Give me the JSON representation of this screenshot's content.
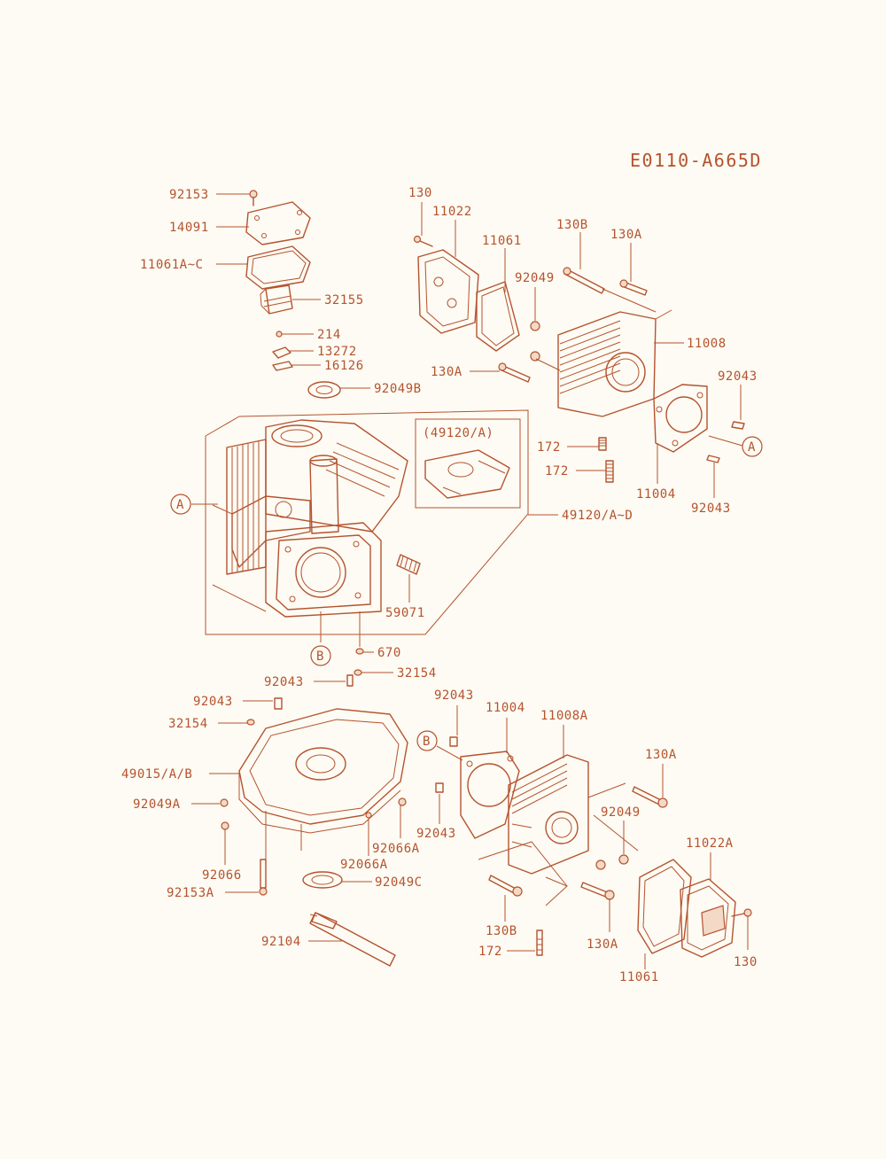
{
  "diagram": {
    "code": "E0110-A665D",
    "inset_label": "(49120/A)",
    "ref_markers": {
      "a": "A",
      "b": "B"
    },
    "labels": {
      "l_92153": "92153",
      "l_14091": "14091",
      "l_11061AC": "11061A~C",
      "l_32155": "32155",
      "l_214": "214",
      "l_13272": "13272",
      "l_16126": "16126",
      "l_92049B": "92049B",
      "l_49120AD": "49120/A~D",
      "l_59071": "59071",
      "l_670": "670",
      "l_130_top": "130",
      "l_11022": "11022",
      "l_11061_top": "11061",
      "l_130B_top": "130B",
      "l_130A_top": "130A",
      "l_92049_top": "92049",
      "l_11008": "11008",
      "l_130A_mid": "130A",
      "l_92043_r1": "92043",
      "l_172_a": "172",
      "l_172_b": "172",
      "l_11004_top": "11004",
      "l_92043_r2": "92043",
      "l_92043_c": "92043",
      "l_32154_c": "32154",
      "l_92043_l": "92043",
      "l_32154_l": "32154",
      "l_49015AB": "49015/A/B",
      "l_92049A": "92049A",
      "l_92066": "92066",
      "l_92153A": "92153A",
      "l_92066A_1": "92066A",
      "l_92066A_2": "92066A",
      "l_92049C": "92049C",
      "l_92104": "92104",
      "l_92043_b1": "92043",
      "l_11004_bot": "11004",
      "l_11008A": "11008A",
      "l_130A_b1": "130A",
      "l_92043_b2": "92043",
      "l_92049_bot": "92049",
      "l_11022A": "11022A",
      "l_130B_bot": "130B",
      "l_172_bot": "172",
      "l_130A_b2": "130A",
      "l_11061_bot": "11061",
      "l_130_bot": "130"
    }
  }
}
